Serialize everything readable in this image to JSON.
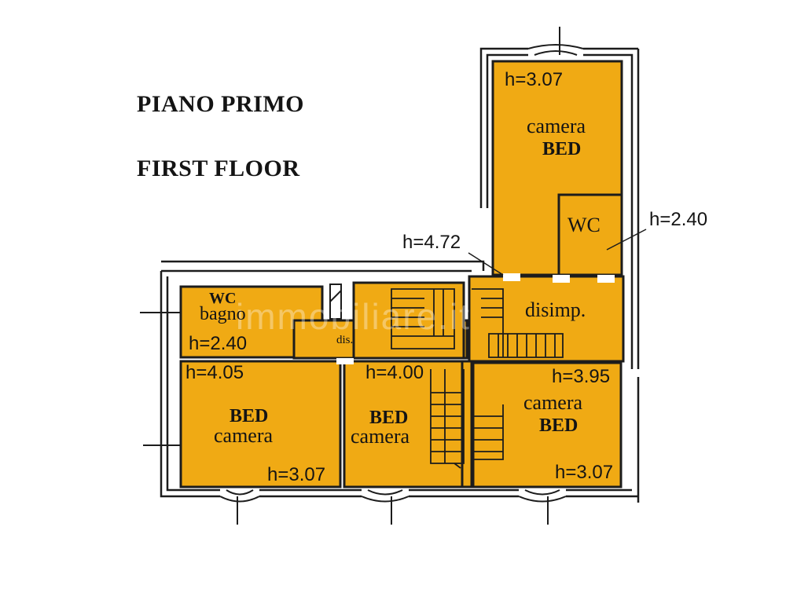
{
  "titles": {
    "italian": "PIANO PRIMO",
    "english": "FIRST FLOOR"
  },
  "colors": {
    "room_fill": "#f0aa14",
    "wall": "#1c1c1c",
    "background": "#ffffff"
  },
  "watermark": "immobiliare.it",
  "rooms": {
    "bed_top_right": {
      "it": "camera",
      "en": "BED",
      "height": "h=3.07"
    },
    "wc_top": {
      "label": "WC",
      "height": "h=2.40"
    },
    "stairwell": {
      "height": "h=4.72"
    },
    "disimp": {
      "label": "disimp."
    },
    "bagno": {
      "wc": "WC",
      "label": "bagno",
      "height": "h=2.40"
    },
    "dis": {
      "label": "dis."
    },
    "bed_left": {
      "en": "BED",
      "it": "camera",
      "height_top": "h=4.05",
      "height_bottom": "h=3.07"
    },
    "bed_middle": {
      "en": "BED",
      "it": "camera",
      "height_top": "h=4.00"
    },
    "bed_right": {
      "it": "camera",
      "en": "BED",
      "height_top": "h=3.95",
      "height_bottom": "h=3.07"
    }
  }
}
